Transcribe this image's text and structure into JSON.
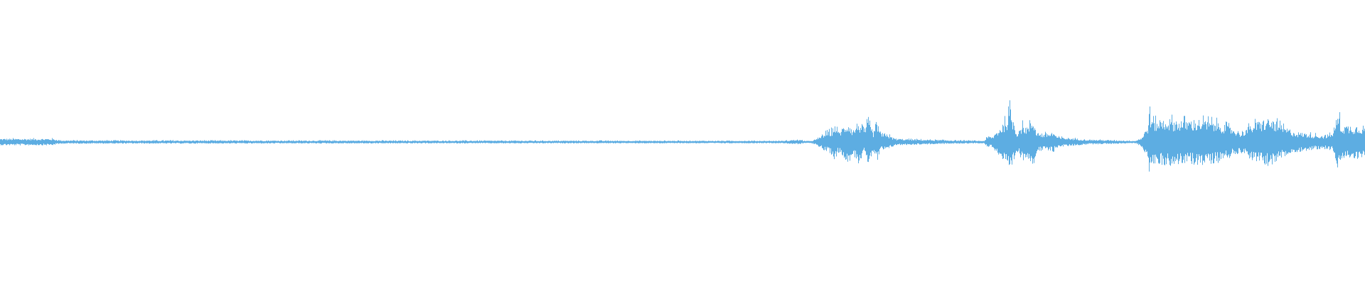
{
  "waveform": {
    "color": "#5dade2",
    "background": "#ffffff",
    "time_range": [
      0,
      1
    ],
    "amplitude_range": [
      -1,
      1
    ],
    "envelope": [
      [
        0.0,
        0.024
      ],
      [
        0.038,
        0.024
      ],
      [
        0.045,
        0.012
      ],
      [
        0.574,
        0.009
      ],
      [
        0.584,
        0.018
      ],
      [
        0.593,
        0.006
      ],
      [
        0.599,
        0.024
      ],
      [
        0.603,
        0.061
      ],
      [
        0.609,
        0.086
      ],
      [
        0.612,
        0.135
      ],
      [
        0.614,
        0.073
      ],
      [
        0.619,
        0.122
      ],
      [
        0.622,
        0.147
      ],
      [
        0.625,
        0.086
      ],
      [
        0.629,
        0.153
      ],
      [
        0.633,
        0.086
      ],
      [
        0.636,
        0.159
      ],
      [
        0.64,
        0.073
      ],
      [
        0.643,
        0.147
      ],
      [
        0.646,
        0.049
      ],
      [
        0.649,
        0.073
      ],
      [
        0.653,
        0.037
      ],
      [
        0.657,
        0.024
      ],
      [
        0.676,
        0.018
      ],
      [
        0.702,
        0.012
      ],
      [
        0.721,
        0.009
      ],
      [
        0.724,
        0.043
      ],
      [
        0.727,
        0.037
      ],
      [
        0.733,
        0.11
      ],
      [
        0.738,
        0.184
      ],
      [
        0.74,
        0.257
      ],
      [
        0.742,
        0.184
      ],
      [
        0.745,
        0.073
      ],
      [
        0.749,
        0.135
      ],
      [
        0.753,
        0.11
      ],
      [
        0.757,
        0.171
      ],
      [
        0.76,
        0.073
      ],
      [
        0.765,
        0.061
      ],
      [
        0.772,
        0.073
      ],
      [
        0.775,
        0.037
      ],
      [
        0.797,
        0.018
      ],
      [
        0.832,
        0.009
      ],
      [
        0.837,
        0.037
      ],
      [
        0.841,
        0.122
      ],
      [
        0.842,
        0.233
      ],
      [
        0.845,
        0.159
      ],
      [
        0.855,
        0.171
      ],
      [
        0.867,
        0.159
      ],
      [
        0.88,
        0.165
      ],
      [
        0.893,
        0.147
      ],
      [
        0.902,
        0.11
      ],
      [
        0.909,
        0.073
      ],
      [
        0.918,
        0.135
      ],
      [
        0.928,
        0.171
      ],
      [
        0.934,
        0.159
      ],
      [
        0.941,
        0.11
      ],
      [
        0.95,
        0.073
      ],
      [
        0.969,
        0.049
      ],
      [
        0.976,
        0.061
      ],
      [
        0.981,
        0.22
      ],
      [
        0.983,
        0.122
      ],
      [
        1.0,
        0.122
      ]
    ]
  }
}
